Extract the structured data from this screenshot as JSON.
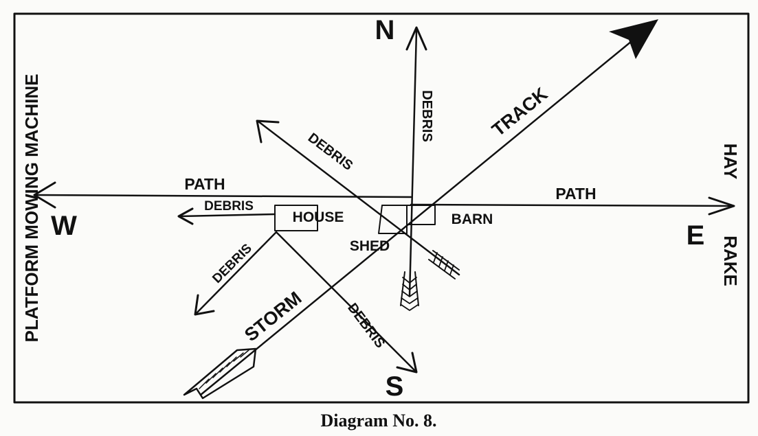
{
  "caption": "Diagram No. 8.",
  "compass": {
    "north": "N",
    "south": "S",
    "east": "E",
    "west": "W"
  },
  "buildings": {
    "house": "HOUSE",
    "barn": "BARN",
    "shed": "SHED"
  },
  "paths": {
    "west": "PATH",
    "east": "PATH"
  },
  "track": {
    "forward": "TRACK",
    "back": "STORM"
  },
  "debris": {
    "north": "DEBRIS",
    "northwest": "DEBRIS",
    "west": "DEBRIS",
    "southwest": "DEBRIS",
    "southeast": "DEBRIS"
  },
  "side_labels": {
    "left": "PLATFORM MOWING MACHINE",
    "right_top": "HAY",
    "right_bottom": "RAKE"
  }
}
